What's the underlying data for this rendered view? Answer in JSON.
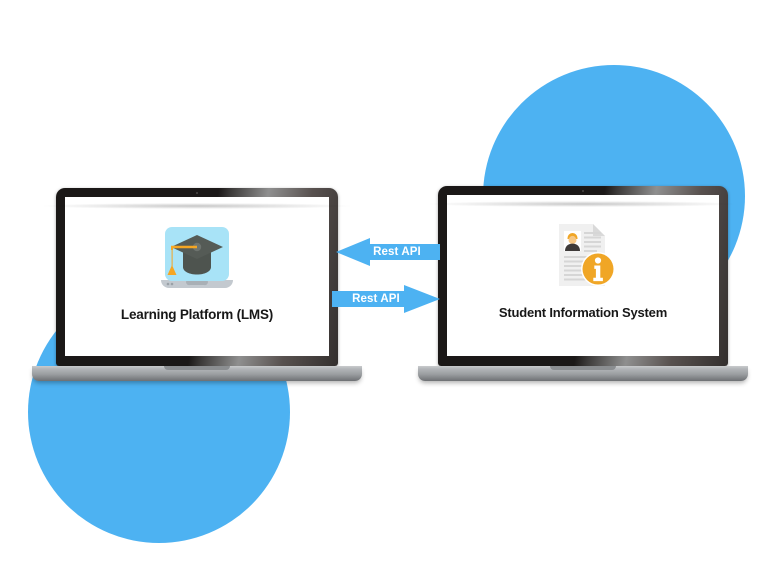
{
  "diagram": {
    "title": "LMS and Student Information System REST API integration",
    "accent_color": "#4db2f2",
    "label_color": "#181818",
    "icon_accent_color": "#f0a626"
  },
  "background": {
    "circles": [
      {
        "name": "circle-right",
        "color": "#4db2f2"
      },
      {
        "name": "circle-left",
        "color": "#4db2f2"
      }
    ]
  },
  "nodes": [
    {
      "id": "lms",
      "label": "Learning Platform (LMS)",
      "icon": "e-learning-graduation-cap-icon",
      "icon_colors": {
        "screen": "#a8e3f7",
        "cap": "#555b56",
        "cap_top": "#4b524d",
        "tassel": "#f5a623",
        "body": "#c3c9cf"
      }
    },
    {
      "id": "sis",
      "label": "Student Information System",
      "icon": "student-record-document-info-icon",
      "icon_colors": {
        "page": "#f0f0f0",
        "lines": "#d6d6d6",
        "avatar_hair": "#f0a626",
        "avatar_face": "#f6c785",
        "avatar_body": "#3e3a39",
        "info_badge": "#f0a626"
      }
    }
  ],
  "connections": [
    {
      "id": "sis-to-lms",
      "label": "Rest API",
      "direction": "left",
      "from": "sis",
      "to": "lms",
      "color": "#4db2f2"
    },
    {
      "id": "lms-to-sis",
      "label": "Rest API",
      "direction": "right",
      "from": "lms",
      "to": "sis",
      "color": "#4db2f2"
    }
  ]
}
